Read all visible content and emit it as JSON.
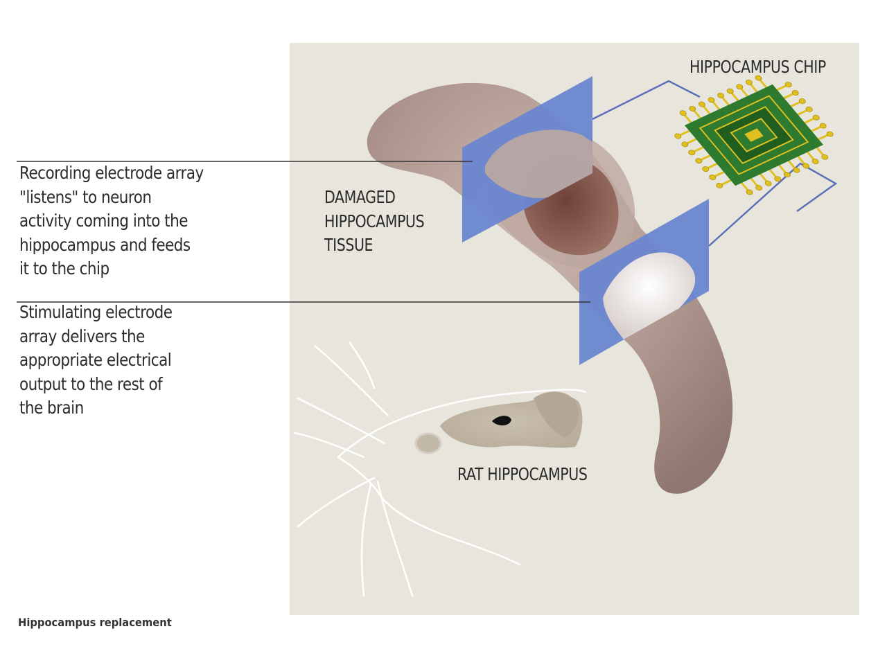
{
  "labels": {
    "chip": "HIPPOCAMPUS CHIP",
    "damaged": [
      "DAMAGED",
      "HIPPOCAMPUS",
      "TISSUE"
    ],
    "rat": "RAT HIPPOCAMPUS"
  },
  "callouts": {
    "recording": [
      "Recording electrode array",
      "\"listens\" to neuron",
      "activity coming into the",
      "hippocampus and feeds",
      "it to the chip"
    ],
    "stimulating": [
      "Stimulating electrode",
      "array delivers the",
      "appropriate electrical",
      "output to the rest of",
      "the brain"
    ]
  },
  "caption": "Hippocampus replacement",
  "colors": {
    "panel_background": "#e8e6dc",
    "hippocampus": "#b39c95",
    "damaged_tissue": "#7d554a",
    "electrode_array": "#6a86d0",
    "chip_board": "#2e7a2e",
    "chip_pins": "#e0c020"
  }
}
